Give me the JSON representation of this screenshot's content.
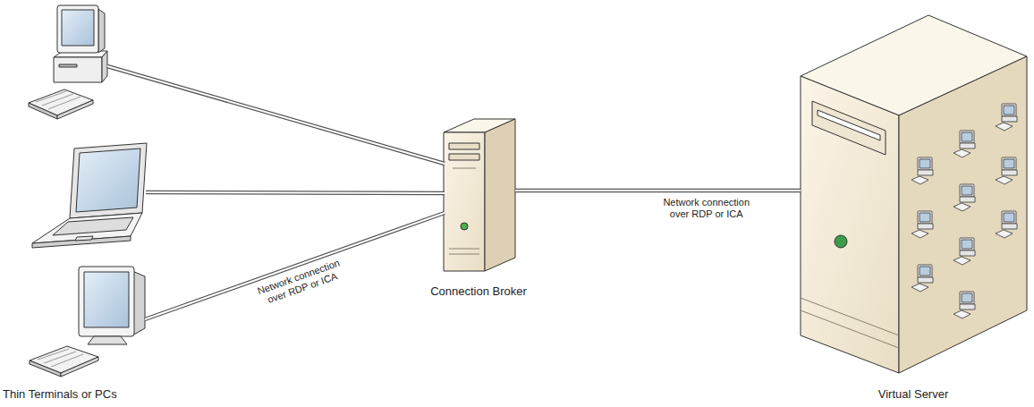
{
  "diagram": {
    "nodes": [
      {
        "text": []
      },
      {
        "text": []
      },
      {
        "text": [
          "Thin Terminals or PCs"
        ]
      },
      {
        "text": [
          "Connection Broker"
        ]
      },
      {
        "text": [
          "Virtual Server"
        ]
      }
    ],
    "edges": [
      {
        "from": 0,
        "to": 3,
        "arrow": "none"
      },
      {
        "from": 1,
        "to": 3,
        "arrow": "none"
      },
      {
        "from": 2,
        "to": 3,
        "label": "Network connection over RDP or ICA",
        "arrow": "none"
      },
      {
        "from": 3,
        "to": 4,
        "label": "Network connection over RDP or ICA",
        "arrow": "none"
      }
    ]
  }
}
